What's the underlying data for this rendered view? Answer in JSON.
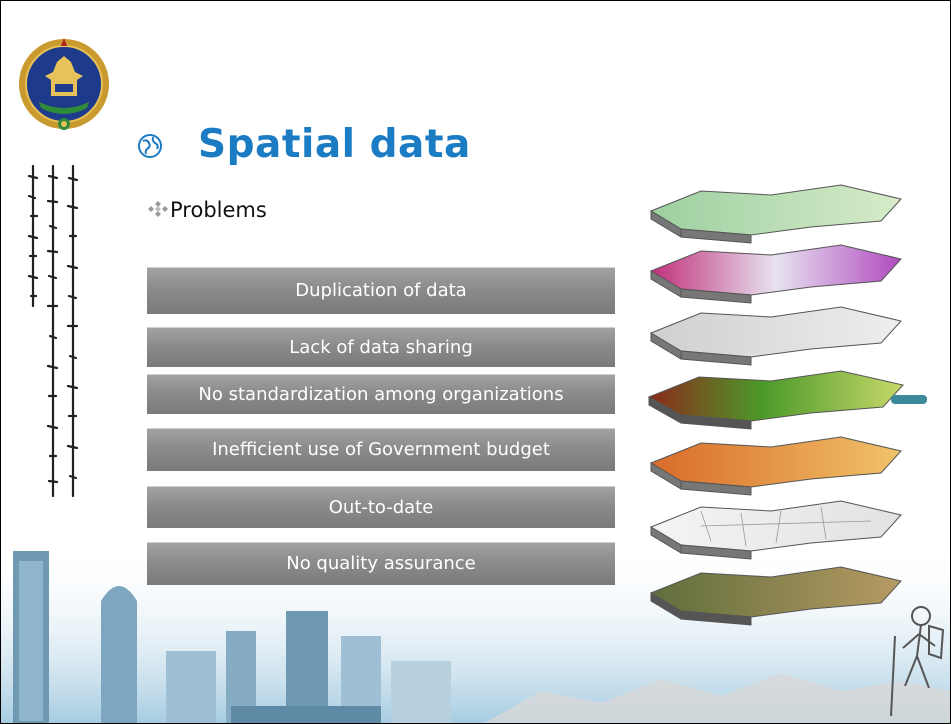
{
  "slide": {
    "title": "Spatial data",
    "bullet": "Problems",
    "problems": [
      "Duplication of data",
      "Lack of data sharing",
      "No standardization among organizations",
      "Inefficient use of Government budget",
      "Out-to-date",
      "No quality assurance"
    ]
  },
  "colors": {
    "title": "#1b7cc4",
    "bar": "#8c8c8c",
    "bar_text": "#ffffff",
    "emblem_gold": "#c99a2e",
    "emblem_blue": "#1e3a8a"
  },
  "icons": {
    "title_icon": "globe-icon",
    "bullet_icon": "diamond-cluster-icon"
  }
}
